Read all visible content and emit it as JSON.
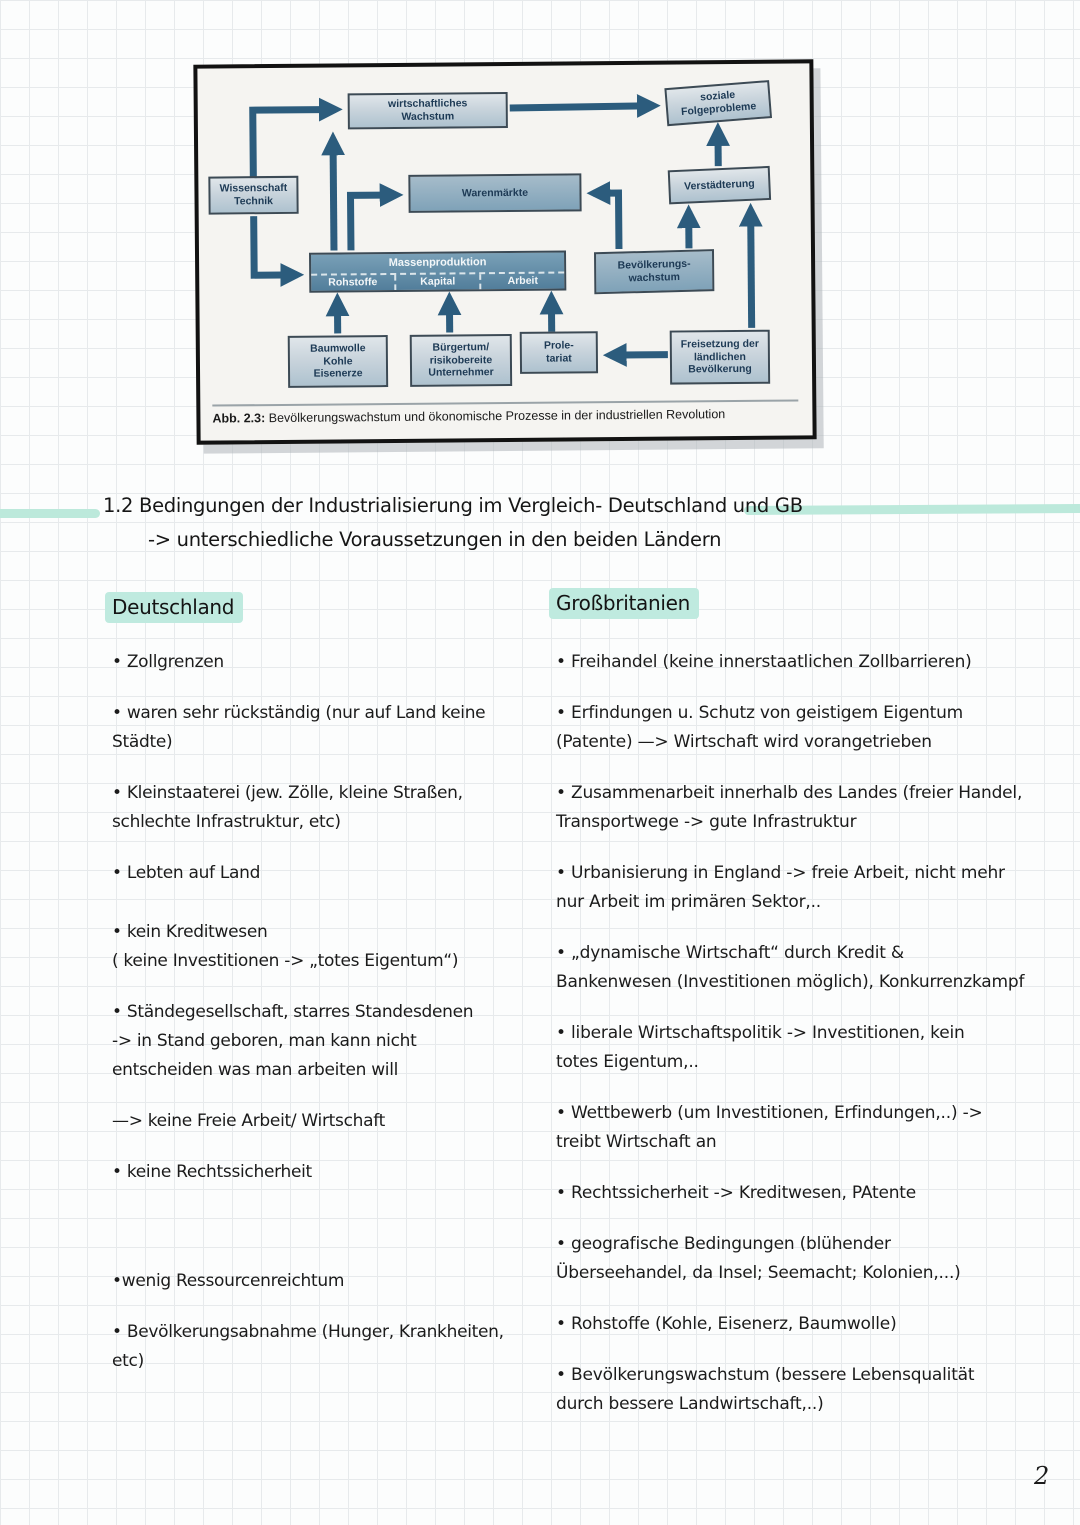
{
  "figure": {
    "caption_label": "Abb. 2.3:",
    "caption_text": " Bevölkerungswachstum und ökonomische Prozesse in der industriellen Revolution",
    "nodes": {
      "wirtschaftliches_wachstum": "wirtschaftliches\nWachstum",
      "soziale_folgeprobleme": "soziale\nFolgeprobleme",
      "wissenschaft_technik": "Wissenschaft\nTechnik",
      "warenmaerkte": "Warenmärkte",
      "verstaedterung": "Verstädterung",
      "massenproduktion": "Massenproduktion",
      "rohstoffe": "Rohstoffe",
      "kapital": "Kapital",
      "arbeit": "Arbeit",
      "bevoelkerungswachstum": "Bevölkerungs-\nwachstum",
      "baumwolle_kohle_eisenerze": "Baumwolle\nKohle\nEisenerze",
      "buergertum_unternehmer": "Bürgertum/\nrisikobereite\nUnternehmer",
      "proletariat": "Prole-\ntariat",
      "freisetzung_bevoelkerung": "Freisetzung der\nländlichen\nBevölkerung"
    }
  },
  "heading": {
    "line1": "1.2 Bedingungen der Industrialisierung im Vergleich- Deutschland und GB",
    "line2": "-> unterschiedliche Voraussetzungen in den beiden Ländern"
  },
  "columns": {
    "left": {
      "title": "Deutschland",
      "items": [
        "• Zollgrenzen",
        "• waren sehr rückständig (nur auf Land keine\nStädte)",
        "• Kleinstaaterei (jew. Zölle, kleine Straßen,\nschlechte Infrastruktur, etc)",
        "• Lebten auf Land",
        "• kein Kreditwesen\n( keine Investitionen -> „totes Eigentum“)",
        "• Ständegesellschaft, starres Standesdenen\n-> in Stand geboren, man kann nicht\nentscheiden was man arbeiten will",
        "—> keine Freie Arbeit/ Wirtschaft",
        "• keine Rechtssicherheit",
        "•wenig Ressourcenreichtum",
        "• Bevölkerungsabnahme (Hunger, Krankheiten,\netc)"
      ]
    },
    "right": {
      "title": "Großbritanien",
      "items": [
        "• Freihandel (keine innerstaatlichen Zollbarrieren)",
        "• Erfindungen u. Schutz von geistigem Eigentum\n(Patente) —> Wirtschaft wird vorangetrieben",
        "• Zusammenarbeit innerhalb des Landes (freier Handel,\nTransportwege -> gute Infrastruktur",
        "• Urbanisierung in England -> freie Arbeit, nicht mehr\nnur Arbeit im primären Sektor,..",
        "• „dynamische Wirtschaft“ durch Kredit &\nBankenwesen (Investitionen möglich), Konkurrenzkampf",
        "• liberale Wirtschaftspolitik -> Investitionen, kein\ntotes Eigentum,..",
        "• Wettbewerb (um Investitionen, Erfindungen,..) ->\ntreibt Wirtschaft an",
        "• Rechtssicherheit -> Kreditwesen, PAtente",
        "• geografische Bedingungen (blühender\nÜberseehandel, da Insel; Seemacht; Kolonien,...)",
        "• Rohstoffe (Kohle, Eisenerz, Baumwolle)",
        "• Bevölkerungswachstum (bessere Lebensqualität\ndurch bessere Landwirtschaft,..)"
      ]
    }
  },
  "page_number": "2",
  "colors": {
    "highlight_mint": "#bce9db",
    "arrow_blue": "#2c5c7d",
    "box_light": "#c9d4dc",
    "box_medium": "#8fadc0",
    "box_dark": "#5d89a6"
  }
}
